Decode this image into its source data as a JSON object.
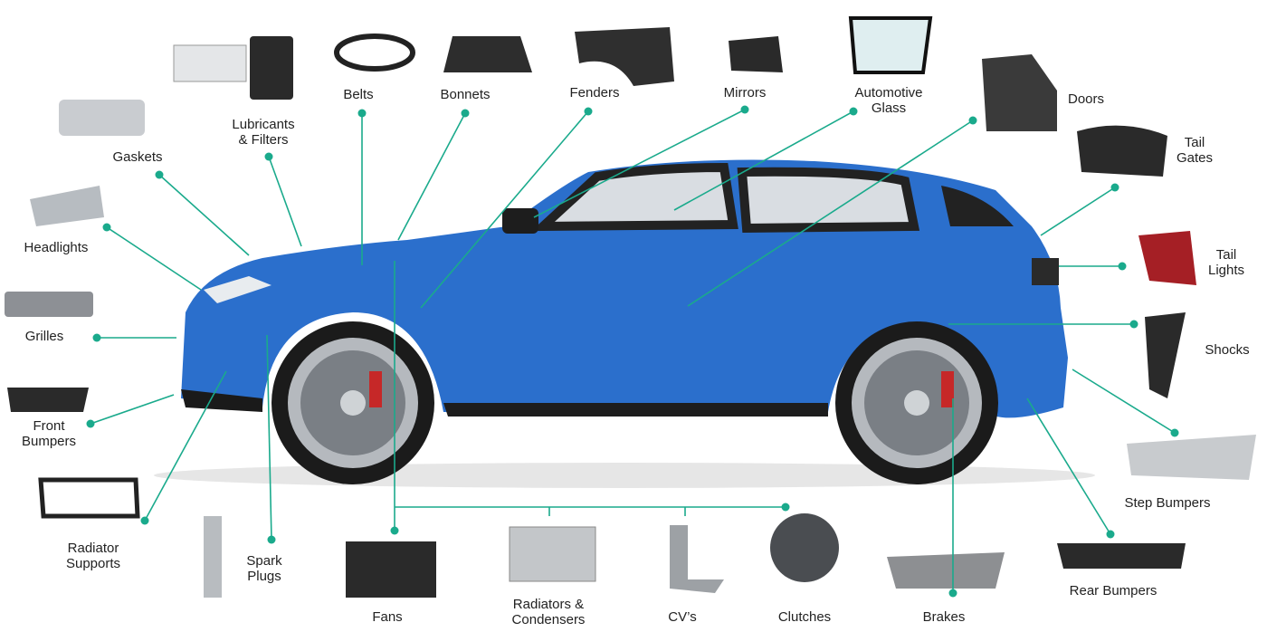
{
  "colors": {
    "accent": "#1aaa8c",
    "car": "#2b6fcc",
    "part": "#6b6f75"
  },
  "labels": {
    "gaskets": [
      "Gaskets"
    ],
    "lubricants": [
      "Lubricants",
      "& Filters"
    ],
    "belts": [
      "Belts"
    ],
    "bonnets": [
      "Bonnets"
    ],
    "fenders": [
      "Fenders"
    ],
    "mirrors": [
      "Mirrors"
    ],
    "glass": [
      "Automotive",
      "Glass"
    ],
    "doors": [
      "Doors"
    ],
    "tailgates": [
      "Tail",
      "Gates"
    ],
    "taillights": [
      "Tail",
      "Lights"
    ],
    "shocks": [
      "Shocks"
    ],
    "stepbumpers": [
      "Step Bumpers"
    ],
    "rearbumpers": [
      "Rear Bumpers"
    ],
    "brakes": [
      "Brakes"
    ],
    "clutches": [
      "Clutches"
    ],
    "cvs": [
      "CV’s"
    ],
    "radiators": [
      "Radiators &",
      "Condensers"
    ],
    "fans": [
      "Fans"
    ],
    "sparkplugs": [
      "Spark",
      "Plugs"
    ],
    "radsupports": [
      "Radiator",
      "Supports"
    ],
    "frontbumpers": [
      "Front",
      "Bumpers"
    ],
    "grilles": [
      "Grilles"
    ],
    "headlights": [
      "Headlights"
    ]
  }
}
